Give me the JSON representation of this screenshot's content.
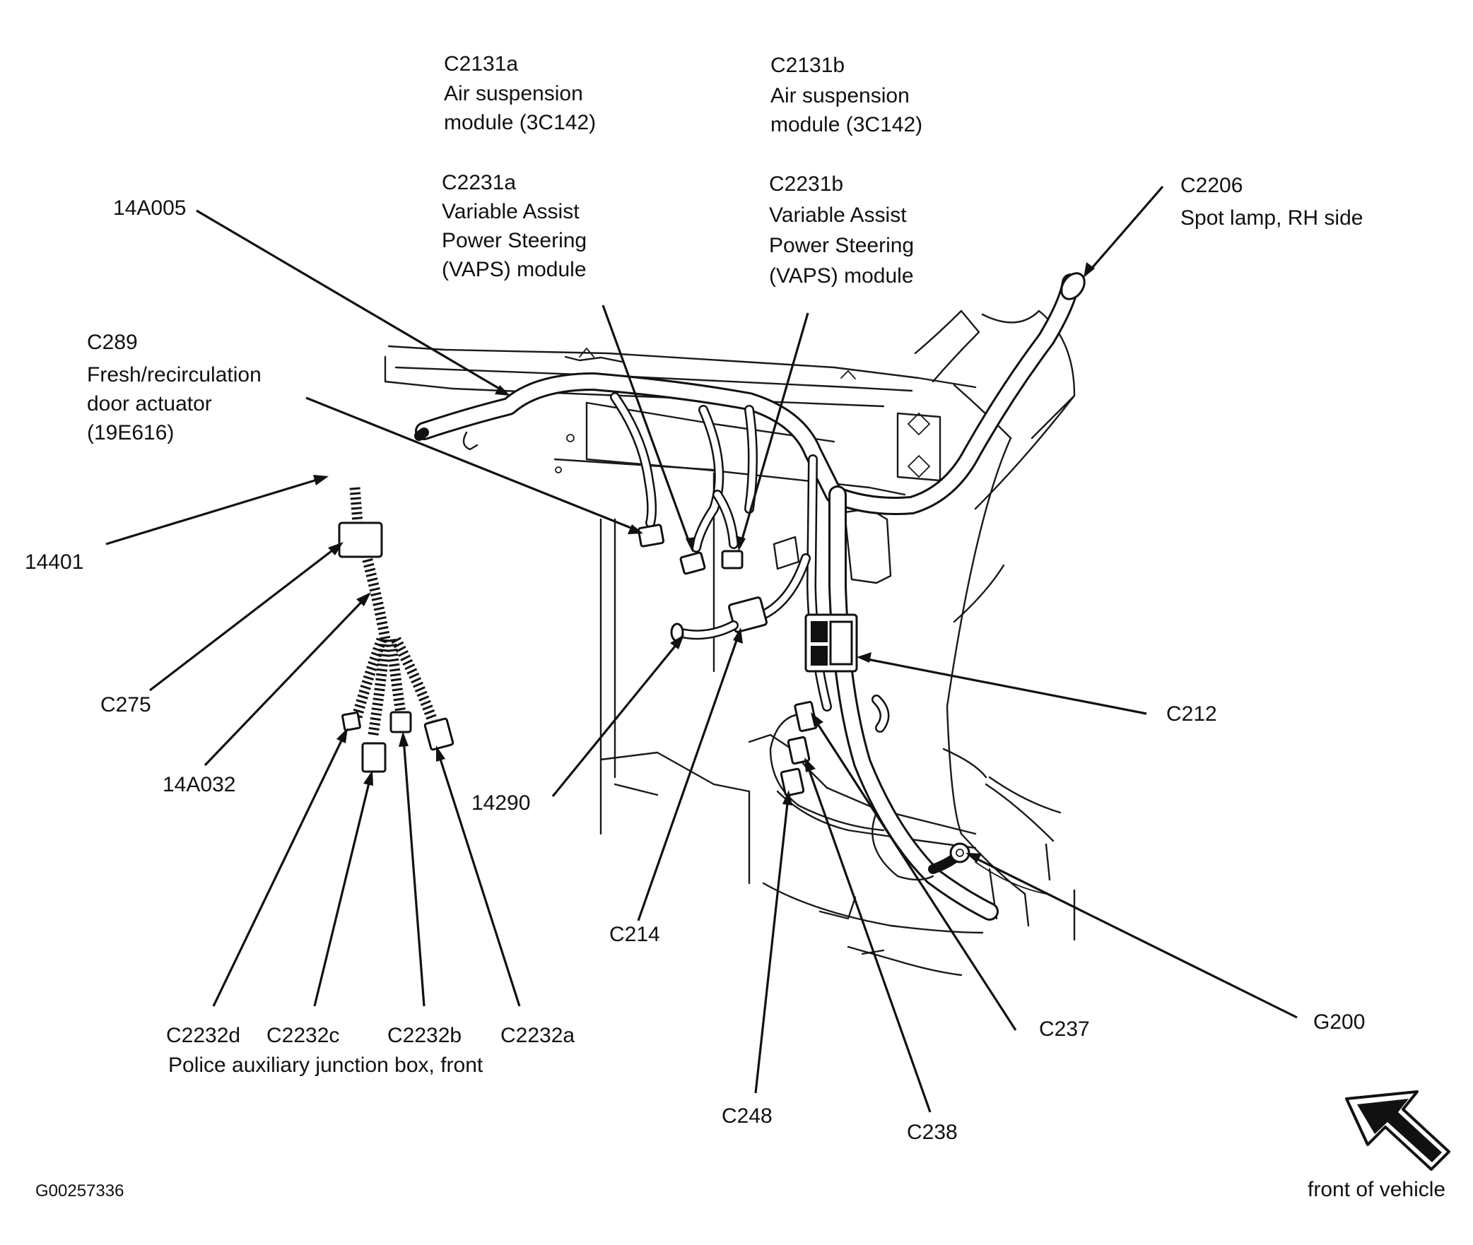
{
  "diagram": {
    "figure_id": "G00257336",
    "direction_note": "front of vehicle",
    "callouts": {
      "c2131a": {
        "code": "C2131a",
        "line1": "Air suspension",
        "line2": "module (3C142)"
      },
      "c2131b": {
        "code": "C2131b",
        "line1": "Air suspension",
        "line2": "module (3C142)"
      },
      "c2231a": {
        "code": "C2231a",
        "line1": "Variable Assist",
        "line2": "Power Steering",
        "line3": "(VAPS) module"
      },
      "c2231b": {
        "code": "C2231b",
        "line1": "Variable Assist",
        "line2": "Power Steering",
        "line3": "(VAPS) module"
      },
      "c2206": {
        "code": "C2206",
        "line1": "Spot lamp, RH side"
      },
      "h14a005": {
        "code": "14A005"
      },
      "c289": {
        "code": "C289",
        "line1": "Fresh/recirculation",
        "line2": "door actuator",
        "line3": "(19E616)"
      },
      "h14401": {
        "code": "14401"
      },
      "c275": {
        "code": "C275"
      },
      "h14a032": {
        "code": "14A032"
      },
      "h14290": {
        "code": "14290"
      },
      "c214": {
        "code": "C214"
      },
      "c212": {
        "code": "C212"
      },
      "c237": {
        "code": "C237"
      },
      "c238": {
        "code": "C238"
      },
      "c248": {
        "code": "C248"
      },
      "g200": {
        "code": "G200"
      },
      "c2232d": {
        "code": "C2232d"
      },
      "c2232c": {
        "code": "C2232c"
      },
      "c2232b": {
        "code": "C2232b"
      },
      "c2232a": {
        "code": "C2232a"
      },
      "junction_box_caption": "Police auxiliary junction box, front"
    }
  }
}
